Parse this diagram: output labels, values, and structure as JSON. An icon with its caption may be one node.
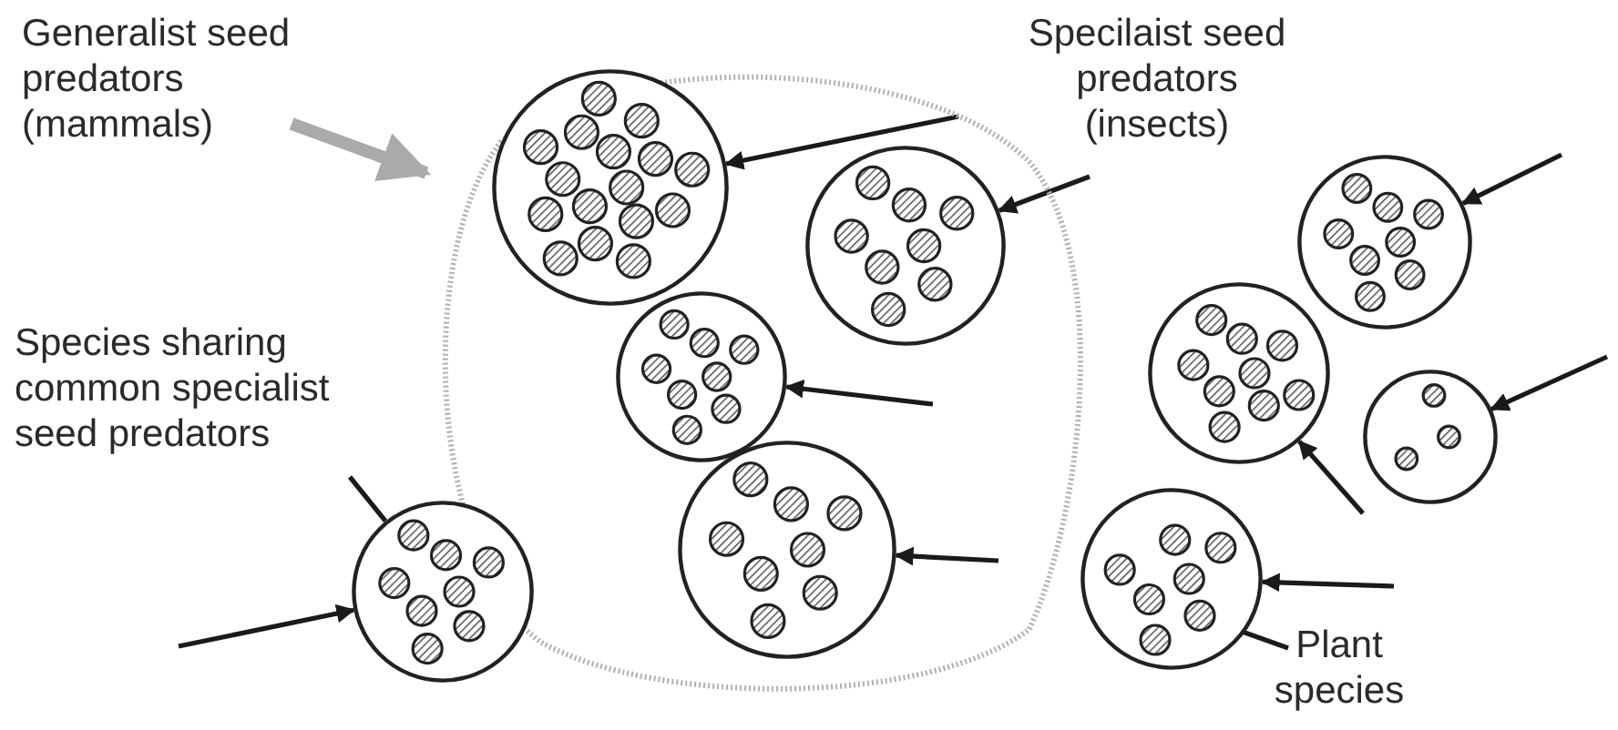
{
  "diagram": {
    "nodes": [
      {
        "text": [
          "Generalist seed predators (mammals)"
        ]
      },
      {
        "text": [],
        "shape": "circle"
      },
      {
        "text": [],
        "shape": "circle",
        "in": 1
      },
      {
        "text": [],
        "shape": "circle",
        "in": 1
      },
      {
        "text": [],
        "shape": "circle",
        "in": 1
      },
      {
        "text": [],
        "shape": "circle",
        "in": 1
      },
      {
        "text": [],
        "shape": "circle"
      },
      {
        "text": [],
        "shape": "circle"
      },
      {
        "text": [],
        "shape": "circle"
      },
      {
        "text": [],
        "shape": "circle"
      },
      {
        "text": [],
        "shape": "circle"
      },
      {
        "text": [
          "Specilaist seed predators (insects)"
        ]
      },
      {
        "text": [
          "Species sharing common specialist seed predators"
        ]
      },
      {
        "text": [
          "Plant species"
        ]
      }
    ],
    "edges": [
      {
        "from": 0,
        "to": 1,
        "arrow": "to",
        "style": "thick",
        "color": "#aaaaaa"
      },
      {
        "from": null,
        "to": 2,
        "arrow": "to"
      },
      {
        "from": 11,
        "to": 3,
        "arrow": "to"
      },
      {
        "from": null,
        "to": 4,
        "arrow": "to"
      },
      {
        "from": null,
        "to": 5,
        "arrow": "to"
      },
      {
        "from": null,
        "to": 6,
        "arrow": "to"
      },
      {
        "from": null,
        "to": 7,
        "arrow": "to"
      },
      {
        "from": null,
        "to": 9,
        "arrow": "to"
      },
      {
        "from": null,
        "to": 8,
        "arrow": "to"
      },
      {
        "from": null,
        "to": 10,
        "arrow": "to"
      },
      {
        "from": 12,
        "to": 6,
        "arrow": "none"
      },
      {
        "from": 13,
        "to": 10,
        "arrow": "none"
      }
    ]
  }
}
